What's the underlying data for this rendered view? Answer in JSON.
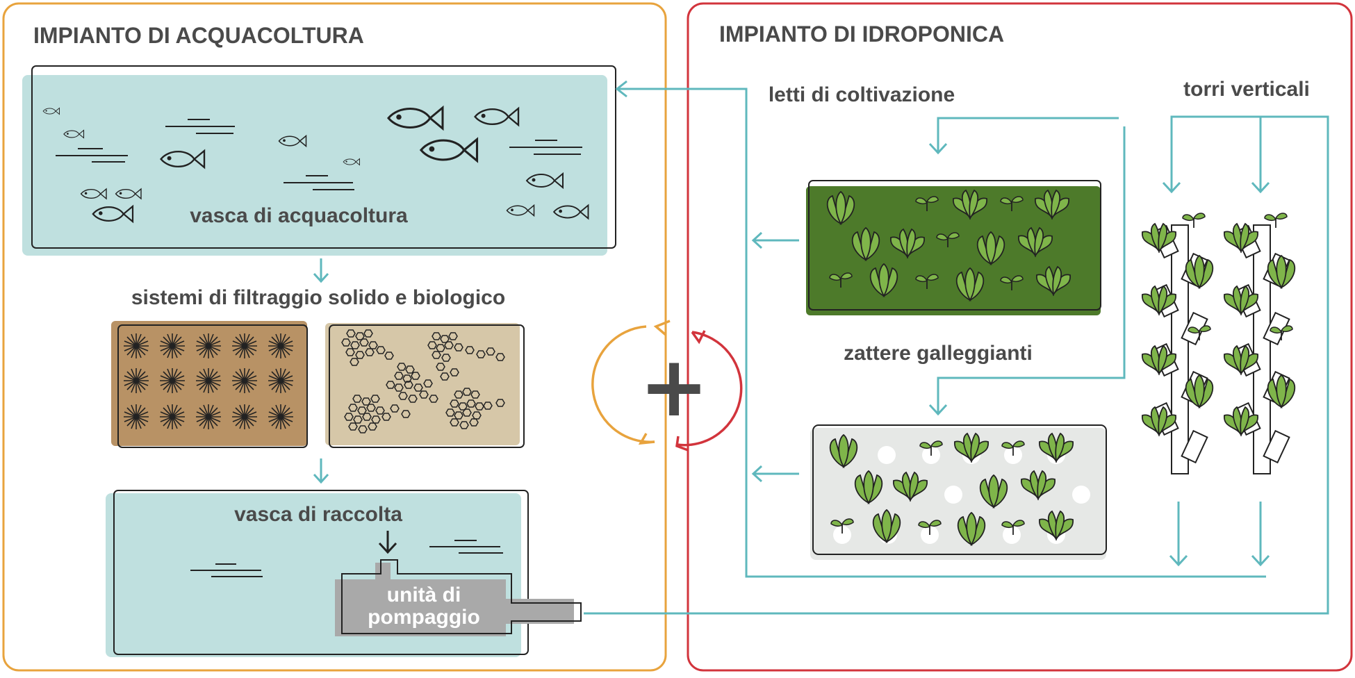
{
  "colors": {
    "aquaculture_frame": "#e8a33d",
    "hydroponics_frame": "#d2343c",
    "water": "#bfe0df",
    "flow_line": "#5fb8bd",
    "solid_filter": "#b89265",
    "bio_filter": "#d6c7a8",
    "grow_bed": "#4d7a2a",
    "raft": "#e6e8e6",
    "plant": "#7fb54a",
    "pump": "#a9a9a9",
    "ink": "#222222",
    "plus": "#4a4a4a"
  },
  "aquaculture": {
    "title": "IMPIANTO DI ACQUACOLTURA",
    "tank_label": "vasca di acquacoltura",
    "filters_label": "sistemi di filtraggio solido e biologico",
    "sump_label": "vasca di raccolta",
    "pump_label_line1": "unità di",
    "pump_label_line2": "pompaggio"
  },
  "hydroponics": {
    "title": "IMPIANTO DI IDROPONICA",
    "grow_beds_label": "letti di coltivazione",
    "towers_label": "torri verticali",
    "rafts_label": "zattere galleggianti"
  },
  "center": {
    "symbol": "+",
    "cycle_icon": "circular-arrows-icon"
  }
}
